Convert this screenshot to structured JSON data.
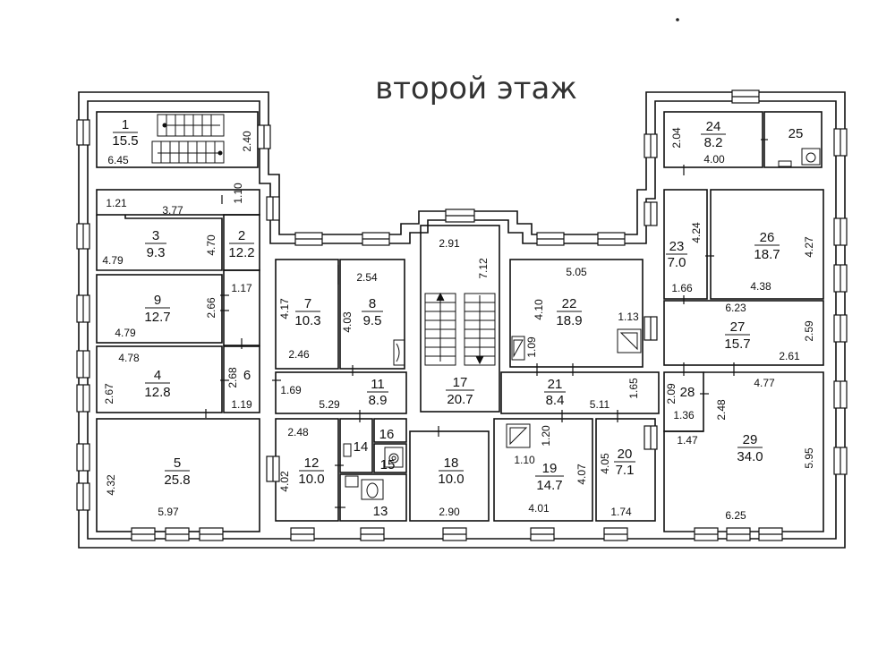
{
  "title": "второй этаж",
  "rooms": [
    {
      "num": "1",
      "area": "15.5"
    },
    {
      "num": "2",
      "area": "12.2"
    },
    {
      "num": "3",
      "area": "9.3"
    },
    {
      "num": "4",
      "area": "12.8"
    },
    {
      "num": "5",
      "area": "25.8"
    },
    {
      "num": "6",
      "area": ""
    },
    {
      "num": "7",
      "area": "10.3"
    },
    {
      "num": "8",
      "area": "9.5"
    },
    {
      "num": "9",
      "area": "12.7"
    },
    {
      "num": "11",
      "area": "8.9"
    },
    {
      "num": "12",
      "area": "10.0"
    },
    {
      "num": "13",
      "area": ""
    },
    {
      "num": "14",
      "area": ""
    },
    {
      "num": "15",
      "area": ""
    },
    {
      "num": "16",
      "area": ""
    },
    {
      "num": "17",
      "area": "20.7"
    },
    {
      "num": "18",
      "area": "10.0"
    },
    {
      "num": "19",
      "area": "14.7"
    },
    {
      "num": "20",
      "area": "7.1"
    },
    {
      "num": "21",
      "area": "8.4"
    },
    {
      "num": "22",
      "area": "18.9"
    },
    {
      "num": "23",
      "area": "7.0"
    },
    {
      "num": "24",
      "area": "8.2"
    },
    {
      "num": "25",
      "area": ""
    },
    {
      "num": "26",
      "area": "18.7"
    },
    {
      "num": "27",
      "area": "15.7"
    },
    {
      "num": "28",
      "area": ""
    },
    {
      "num": "29",
      "area": "34.0"
    }
  ],
  "dimensions": [
    "6.45",
    "2.40",
    "1.21",
    "3.77",
    "1.10",
    "4.79",
    "4.70",
    "1.17",
    "2.66",
    "4.79",
    "4.78",
    "2.67",
    "2.68",
    "1.19",
    "4.32",
    "5.97",
    "4.17",
    "2.46",
    "2.54",
    "4.03",
    "1.69",
    "5.29",
    "2.48",
    "4.02",
    "2.91",
    "7.12",
    "2.90",
    "5.05",
    "4.10",
    "1.13",
    "1.09",
    "5.11",
    "1.65",
    "1.20",
    "1.10",
    "4.07",
    "4.01",
    "4.05",
    "1.74",
    "2.04",
    "4.00",
    "4.24",
    "4.27",
    "1.66",
    "4.38",
    "6.23",
    "2.59",
    "2.61",
    "2.09",
    "4.77",
    "1.36",
    "2.48",
    "1.47",
    "5.95",
    "6.25"
  ]
}
